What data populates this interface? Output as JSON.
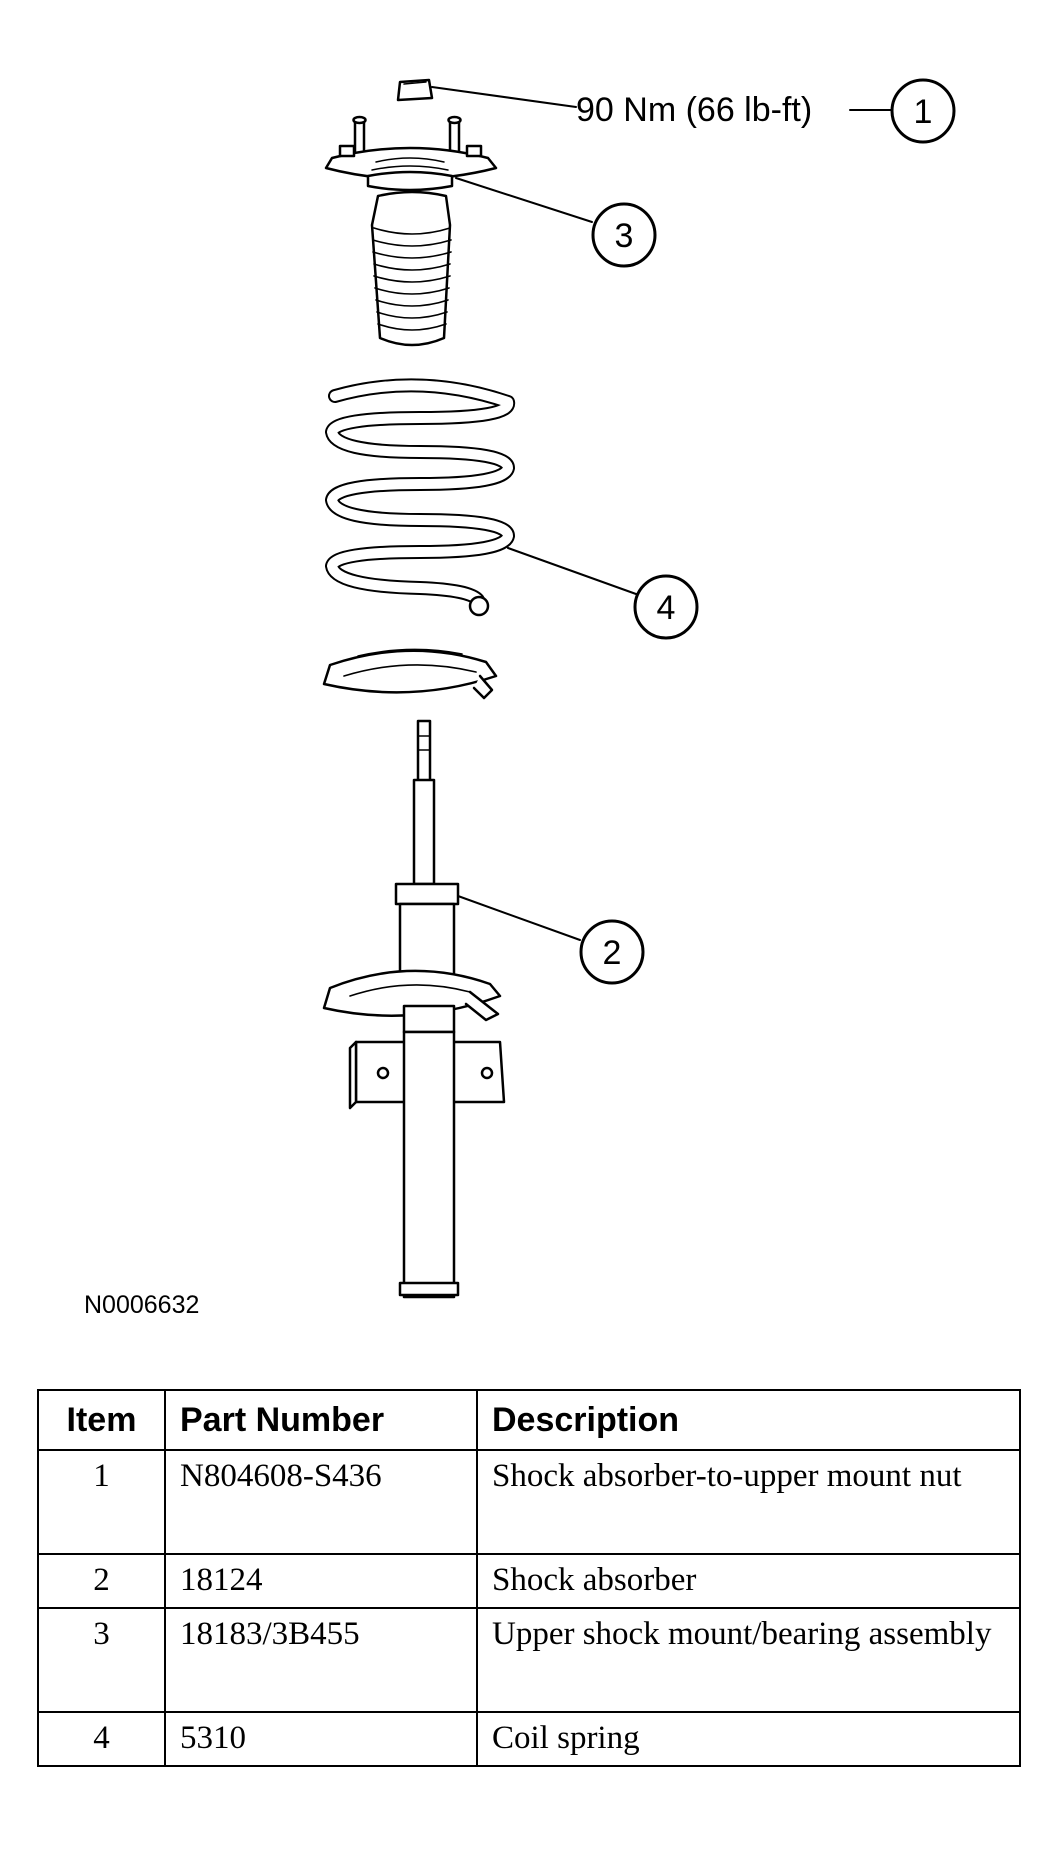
{
  "figure": {
    "torque_label": "90 Nm (66 lb-ft)",
    "callouts": [
      "1",
      "2",
      "3",
      "4"
    ],
    "figure_code": "N0006632"
  },
  "table": {
    "headers": [
      "Item",
      "Part Number",
      "Description"
    ],
    "rows": [
      {
        "item": "1",
        "part_number": "N804608-S436",
        "description": "Shock absorber-to-upper mount nut"
      },
      {
        "item": "2",
        "part_number": "18124",
        "description": "Shock absorber"
      },
      {
        "item": "3",
        "part_number": "18183/3B455",
        "description": "Upper shock mount/bearing assembly"
      },
      {
        "item": "4",
        "part_number": "5310",
        "description": "Coil spring"
      }
    ]
  }
}
